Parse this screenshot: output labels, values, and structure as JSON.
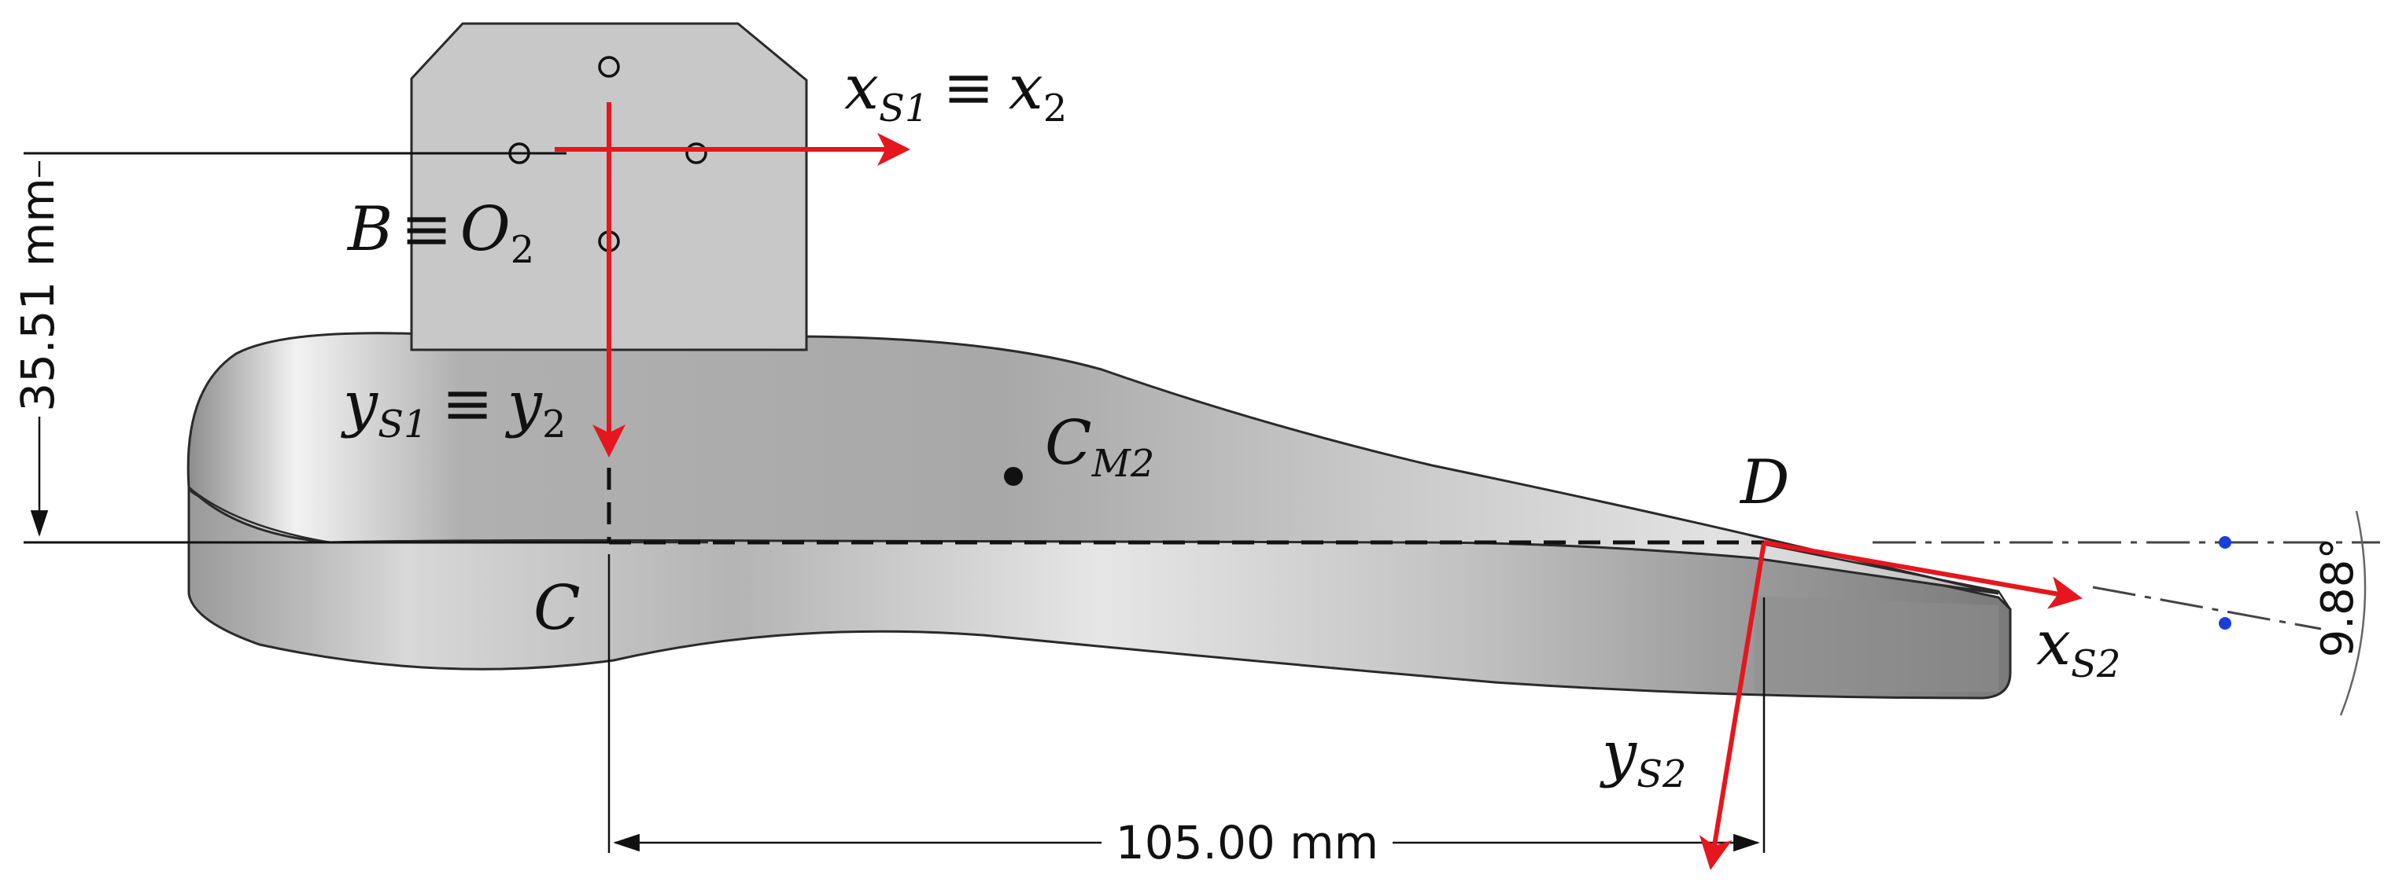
{
  "dimensions": {
    "horizontal": "105.00 mm",
    "vertical": "35.51 mm",
    "angle": "9.88°"
  },
  "labels": {
    "xs1": {
      "base": "x",
      "sub": "S1",
      "eq": "≡",
      "base2": "x",
      "sub2": "2"
    },
    "B_O2": {
      "base": "B",
      "eq": "≡",
      "base2": "O",
      "sub2": "2"
    },
    "ys1": {
      "base": "y",
      "sub": "S1",
      "eq": "≡",
      "base2": "y",
      "sub2": "2"
    },
    "cm2": {
      "base": "C",
      "sub": "M2"
    },
    "C": "C",
    "D": "D",
    "xs2": {
      "base": "x",
      "sub": "S2"
    },
    "ys2": {
      "base": "y",
      "sub": "S2"
    }
  },
  "colors": {
    "axis": "#e5161d",
    "line": "#111111",
    "part_fill": "#c4c4c4",
    "part_edge": "#2a2a2a",
    "point_blue": "#1a3fd8"
  }
}
